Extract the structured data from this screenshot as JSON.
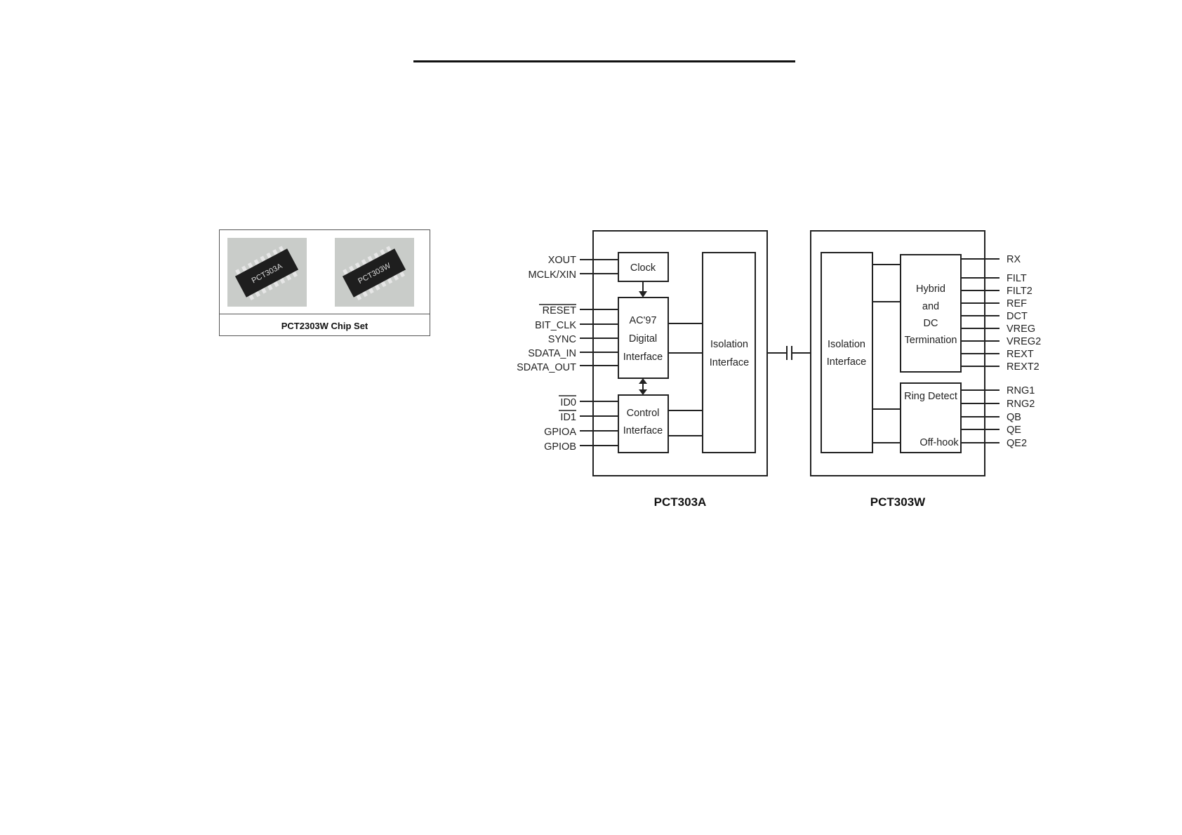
{
  "chipset": {
    "caption": "PCT2303W Chip Set",
    "chip_a_marking": "PCT303A",
    "chip_w_marking": "PCT303W"
  },
  "diagram": {
    "left_chip": {
      "title": "PCT303A",
      "blocks": {
        "clock": "Clock",
        "ac97_line1": "AC'97",
        "ac97_line2": "Digital",
        "ac97_line3": "Interface",
        "control_line1": "Control",
        "control_line2": "Interface",
        "isolation_line1": "Isolation",
        "isolation_line2": "Interface"
      },
      "pins": [
        "XOUT",
        "MCLK/XIN",
        "RESET",
        "BIT_CLK",
        "SYNC",
        "SDATA_IN",
        "SDATA_OUT",
        "ID0",
        "ID1",
        "GPIOA",
        "GPIOB"
      ]
    },
    "right_chip": {
      "title": "PCT303W",
      "blocks": {
        "isolation_line1": "Isolation",
        "isolation_line2": "Interface",
        "hybrid_line1": "Hybrid",
        "hybrid_line2": "and",
        "hybrid_line3": "DC",
        "hybrid_line4": "Termination",
        "ring_detect": "Ring Detect",
        "off_hook": "Off-hook"
      },
      "pins": [
        "RX",
        "FILT",
        "FILT2",
        "REF",
        "DCT",
        "VREG",
        "VREG2",
        "REXT",
        "REXT2",
        "RNG1",
        "RNG2",
        "QB",
        "QE",
        "QE2"
      ]
    }
  }
}
